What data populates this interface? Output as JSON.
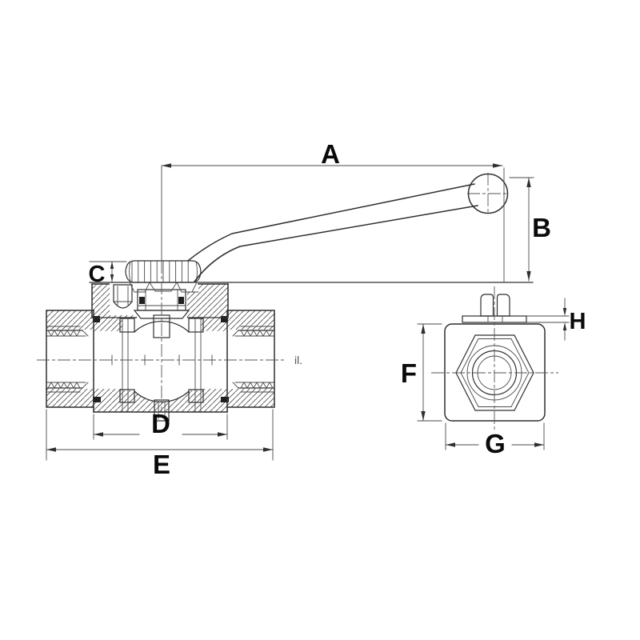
{
  "page": {
    "background": "#ffffff",
    "line_color": "#2f2f2f",
    "label_color": "#0a0a0a"
  },
  "drawing": {
    "type": "technical-orthographic-drawing",
    "subject": "ball valve with lever handle: sectioned side view and end view",
    "note": "il.",
    "dimensions": {
      "A": "A",
      "B": "B",
      "C": "C",
      "D": "D",
      "E": "E",
      "F": "F",
      "G": "G",
      "H": "H"
    }
  }
}
